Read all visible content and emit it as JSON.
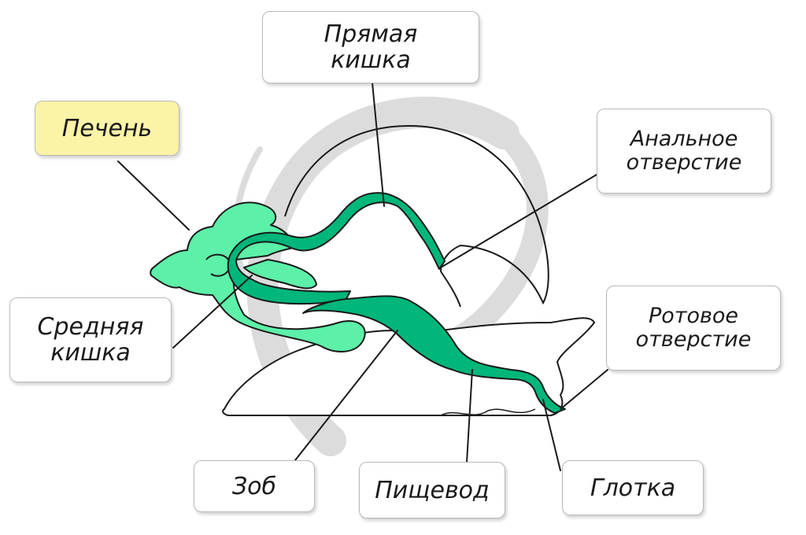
{
  "labels": {
    "rectum": "Прямая\nкишка",
    "liver": "Печень",
    "anus": "Анальное\nотверстие",
    "midgut": "Средняя\nкишка",
    "mouth": "Ротовое\nотверстие",
    "crop": "Зоб",
    "esophagus": "Пищевод",
    "pharynx": "Глотка"
  },
  "colors": {
    "organ": "#00b67a",
    "liver": "#5cf0a8",
    "outline": "#1a1a1a",
    "watermark": "#dcdcdc",
    "highlight": "#fbf3a6"
  }
}
